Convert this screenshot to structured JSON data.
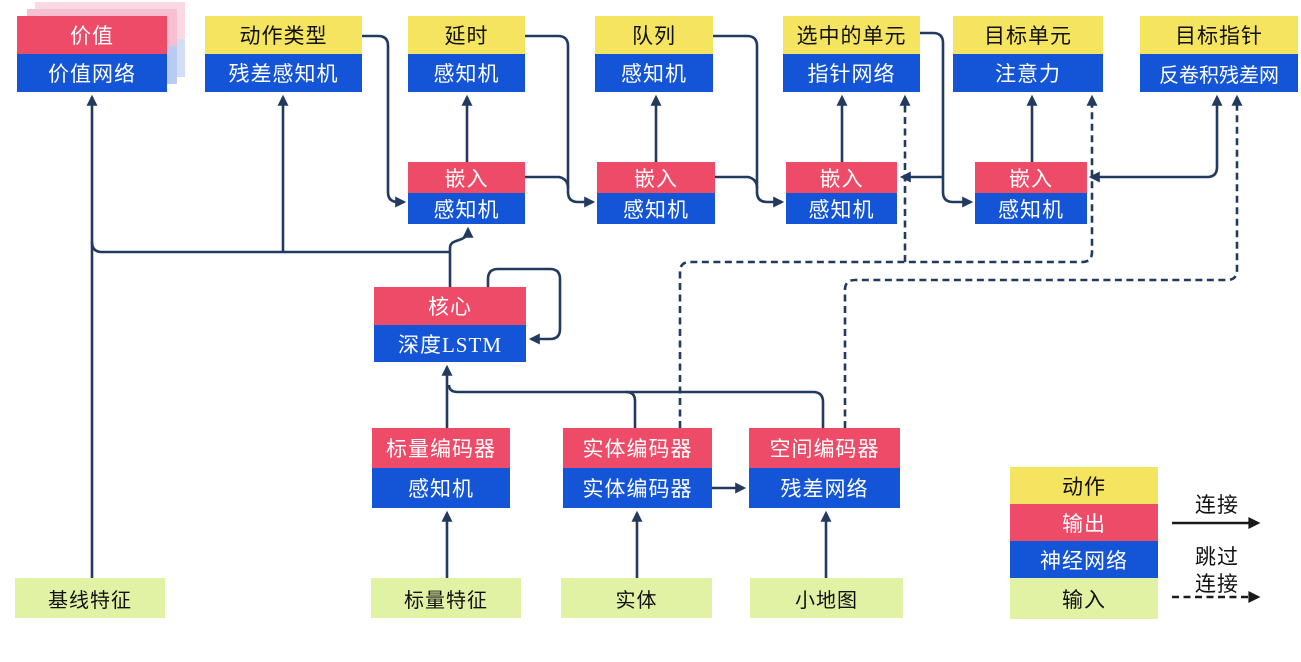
{
  "nodes": {
    "value": {
      "top": "价值",
      "bottom": "价值网络"
    },
    "action_type": {
      "top": "动作类型",
      "bottom": "残差感知机"
    },
    "delay": {
      "top": "延时",
      "bottom": "感知机"
    },
    "queue": {
      "top": "队列",
      "bottom": "感知机"
    },
    "selected_units": {
      "top": "选中的单元",
      "bottom": "指针网络"
    },
    "target_unit": {
      "top": "目标单元",
      "bottom": "注意力"
    },
    "target_point": {
      "top": "目标指针",
      "bottom": "反卷积残差网"
    },
    "embed1": {
      "top": "嵌入",
      "bottom": "感知机"
    },
    "embed2": {
      "top": "嵌入",
      "bottom": "感知机"
    },
    "embed3": {
      "top": "嵌入",
      "bottom": "感知机"
    },
    "embed4": {
      "top": "嵌入",
      "bottom": "感知机"
    },
    "core": {
      "top": "核心",
      "bottom": "深度LSTM"
    },
    "scalar_encoder": {
      "top": "标量编码器",
      "bottom": "感知机"
    },
    "entity_encoder": {
      "top": "实体编码器",
      "bottom": "实体编码器"
    },
    "spatial_encoder": {
      "top": "空间编码器",
      "bottom": "残差网络"
    }
  },
  "inputs": {
    "baseline": "基线特征",
    "scalar": "标量特征",
    "entity": "实体",
    "minimap": "小地图"
  },
  "legend": {
    "action": "动作",
    "output": "输出",
    "network": "神经网络",
    "input": "输入",
    "solid_label": "连接",
    "dashed_label_1": "跳过",
    "dashed_label_2": "连接"
  },
  "colors": {
    "action_yellow": "#f4e45f",
    "output_red": "#ee4b68",
    "network_blue": "#1355d6",
    "input_green": "#e2f2a5",
    "wire_navy": "#233a60",
    "legend_black": "#1a1a1a",
    "ghost_pink": "#f6bfd2",
    "ghost_blue": "#b9cbf2"
  },
  "edges": [
    {
      "from": "baseline_features",
      "to": "value",
      "style": "solid"
    },
    {
      "from": "core",
      "to": "value",
      "style": "solid"
    },
    {
      "from": "core",
      "to": "action_type",
      "style": "solid"
    },
    {
      "from": "core",
      "to": "embed1",
      "style": "solid"
    },
    {
      "from": "core",
      "to": "core",
      "style": "solid",
      "note": "self-loop"
    },
    {
      "from": "action_type",
      "to": "embed1",
      "style": "solid"
    },
    {
      "from": "embed1",
      "to": "delay",
      "style": "solid"
    },
    {
      "from": "delay",
      "to": "embed2",
      "style": "solid"
    },
    {
      "from": "embed1",
      "to": "embed2",
      "style": "solid"
    },
    {
      "from": "embed2",
      "to": "queue",
      "style": "solid"
    },
    {
      "from": "queue",
      "to": "embed3",
      "style": "solid"
    },
    {
      "from": "embed2",
      "to": "embed3",
      "style": "solid"
    },
    {
      "from": "embed3",
      "to": "selected_units",
      "style": "solid"
    },
    {
      "from": "selected_units",
      "to": "embed4",
      "style": "solid"
    },
    {
      "from": "selected_units",
      "to": "embed3",
      "style": "solid"
    },
    {
      "from": "embed4",
      "to": "target_unit",
      "style": "solid"
    },
    {
      "from": "embed4",
      "to": "target_point",
      "style": "solid"
    },
    {
      "from": "scalar_encoder",
      "to": "core",
      "style": "solid"
    },
    {
      "from": "entity_encoder",
      "to": "core",
      "style": "solid"
    },
    {
      "from": "spatial_encoder",
      "to": "core",
      "style": "solid"
    },
    {
      "from": "entity_encoder",
      "to": "spatial_encoder",
      "style": "solid"
    },
    {
      "from": "scalar_features",
      "to": "scalar_encoder",
      "style": "solid"
    },
    {
      "from": "entities",
      "to": "entity_encoder",
      "style": "solid"
    },
    {
      "from": "minimap",
      "to": "spatial_encoder",
      "style": "solid"
    },
    {
      "from": "entity_encoder",
      "to": "selected_units",
      "style": "dashed"
    },
    {
      "from": "entity_encoder",
      "to": "target_unit",
      "style": "dashed"
    },
    {
      "from": "spatial_encoder",
      "to": "target_point",
      "style": "dashed"
    }
  ]
}
